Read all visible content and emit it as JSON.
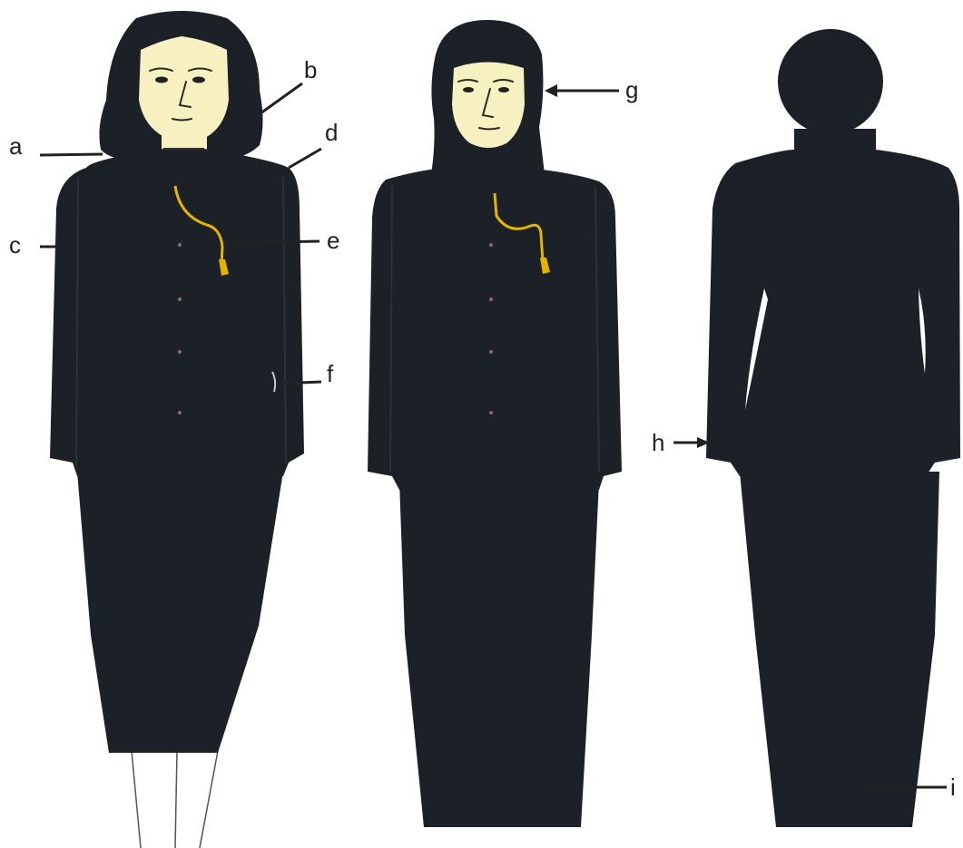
{
  "labels": {
    "a": "a",
    "b": "b",
    "c": "c",
    "d": "d",
    "e": "e",
    "f": "f",
    "g": "g",
    "h": "h",
    "i": "i"
  },
  "colors": {
    "uniform": "#1c2128",
    "skin": "#f7f1c1",
    "lanyard": "#e6b400",
    "callout": "#222222"
  }
}
